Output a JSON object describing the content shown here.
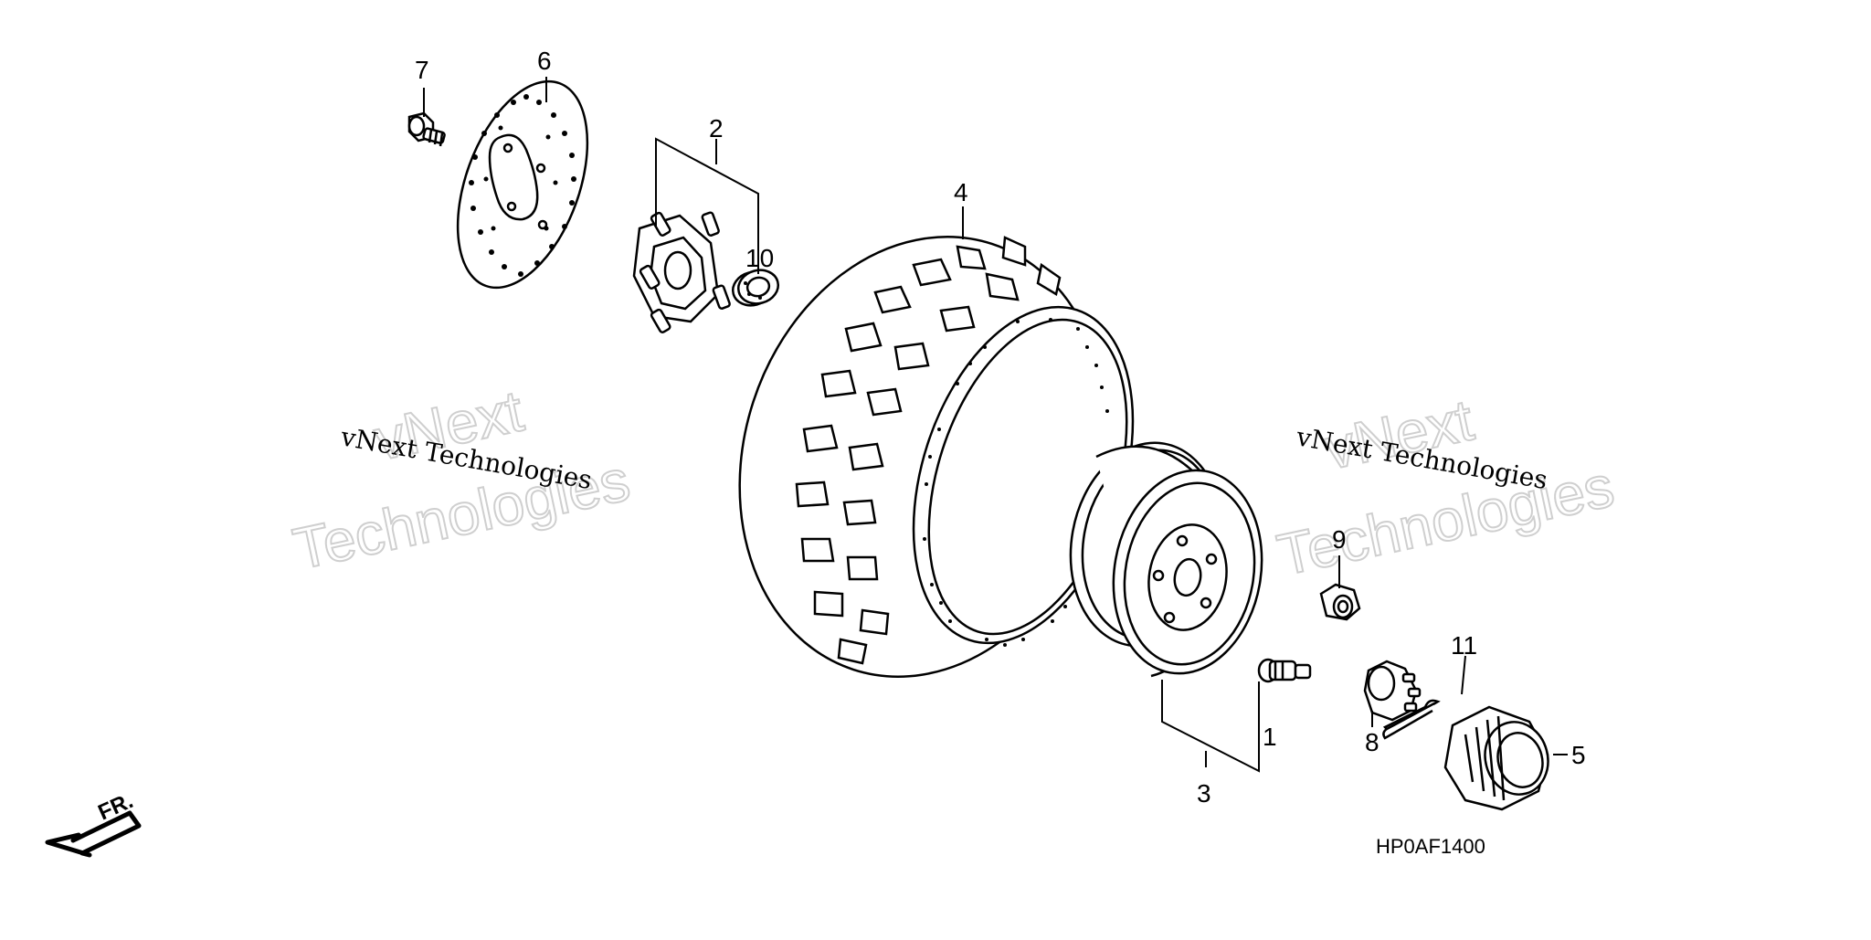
{
  "diagram": {
    "code": "HP0AF1400",
    "direction_label": "FR.",
    "callouts": [
      "1",
      "2",
      "3",
      "4",
      "5",
      "6",
      "7",
      "8",
      "9",
      "10",
      "11"
    ]
  },
  "watermarks": {
    "brand_big": "vNext",
    "word_big": "Technologies",
    "line_small": "vNext Technologies"
  },
  "colors": {
    "ink": "#000000",
    "watermark": "#cfcfcf",
    "paper": "#ffffff"
  }
}
